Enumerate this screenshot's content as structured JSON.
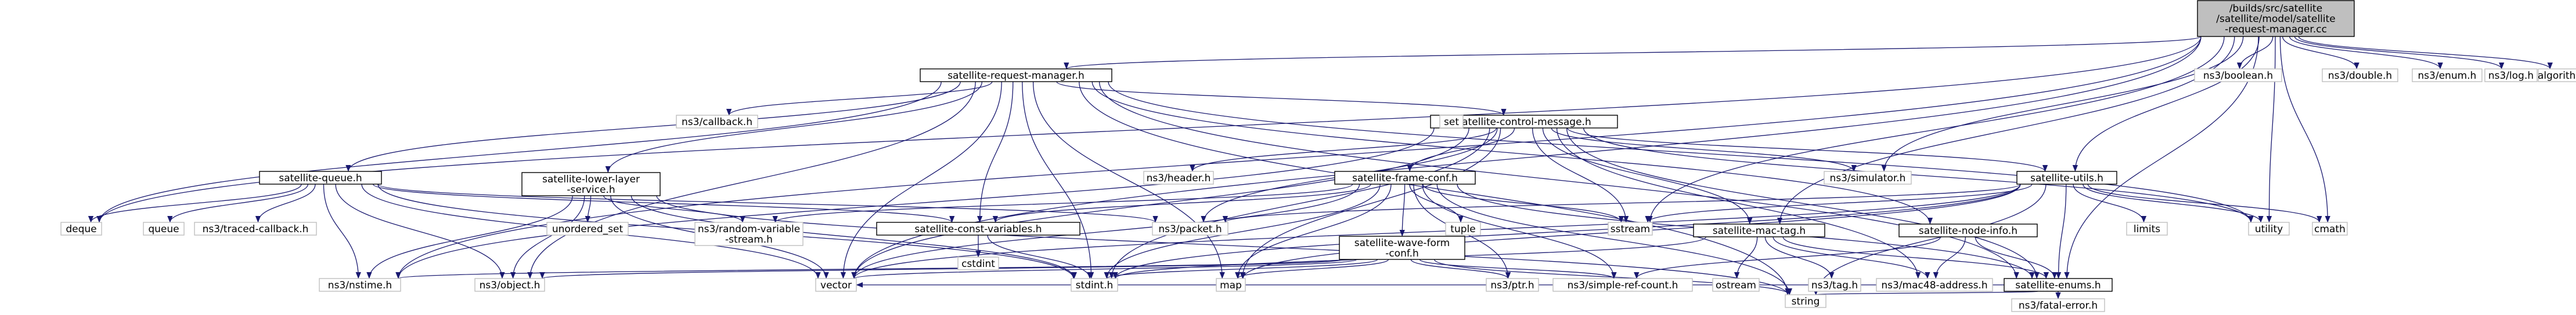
{
  "colors": {
    "edge": "#191970",
    "root_fill": "#bfbfbf",
    "node_fill": "#ffffff",
    "node_border": "#000000"
  },
  "graph": {
    "root_id": "root",
    "nodes": [
      {
        "id": "root",
        "lines": [
          "/builds/src/satellite",
          "/satellite/model/satellite",
          "-request-manager.cc"
        ],
        "boxed": true
      },
      {
        "id": "srm",
        "lines": [
          "satellite-request-manager.h"
        ],
        "boxed": true
      },
      {
        "id": "scm",
        "lines": [
          "satellite-control-message.h"
        ],
        "boxed": true
      },
      {
        "id": "sq",
        "lines": [
          "satellite-queue.h"
        ],
        "boxed": true
      },
      {
        "id": "sll",
        "lines": [
          "satellite-lower-layer",
          "-service.h"
        ],
        "boxed": true
      },
      {
        "id": "sfc",
        "lines": [
          "satellite-frame-conf.h"
        ],
        "boxed": true
      },
      {
        "id": "swf",
        "lines": [
          "satellite-wave-form",
          "-conf.h"
        ],
        "boxed": true
      },
      {
        "id": "scv",
        "lines": [
          "satellite-const-variables.h"
        ],
        "boxed": true
      },
      {
        "id": "smt",
        "lines": [
          "satellite-mac-tag.h"
        ],
        "boxed": true
      },
      {
        "id": "sni",
        "lines": [
          "satellite-node-info.h"
        ],
        "boxed": true
      },
      {
        "id": "su",
        "lines": [
          "satellite-utils.h"
        ],
        "boxed": true
      },
      {
        "id": "se",
        "lines": [
          "satellite-enums.h"
        ],
        "boxed": true
      },
      {
        "id": "ns3bool",
        "lines": [
          "ns3/boolean.h"
        ],
        "boxed": false
      },
      {
        "id": "ns3dbl",
        "lines": [
          "ns3/double.h"
        ],
        "boxed": false
      },
      {
        "id": "ns3enum",
        "lines": [
          "ns3/enum.h"
        ],
        "boxed": false
      },
      {
        "id": "ns3log",
        "lines": [
          "ns3/log.h"
        ],
        "boxed": false
      },
      {
        "id": "algo",
        "lines": [
          "algorithm"
        ],
        "boxed": false
      },
      {
        "id": "cb",
        "lines": [
          "ns3/callback.h"
        ],
        "boxed": false
      },
      {
        "id": "hdr",
        "lines": [
          "ns3/header.h"
        ],
        "boxed": false
      },
      {
        "id": "set",
        "lines": [
          "set"
        ],
        "boxed": false
      },
      {
        "id": "sim",
        "lines": [
          "ns3/simulator.h"
        ],
        "boxed": false
      },
      {
        "id": "deque",
        "lines": [
          "deque"
        ],
        "boxed": false
      },
      {
        "id": "queue",
        "lines": [
          "queue"
        ],
        "boxed": false
      },
      {
        "id": "tcb",
        "lines": [
          "ns3/traced-callback.h"
        ],
        "boxed": false
      },
      {
        "id": "rvs",
        "lines": [
          "ns3/random-variable",
          "-stream.h"
        ],
        "boxed": false
      },
      {
        "id": "uset",
        "lines": [
          "unordered_set"
        ],
        "boxed": false
      },
      {
        "id": "pkt",
        "lines": [
          "ns3/packet.h"
        ],
        "boxed": false
      },
      {
        "id": "tuple",
        "lines": [
          "tuple"
        ],
        "boxed": false
      },
      {
        "id": "sstr",
        "lines": [
          "sstream"
        ],
        "boxed": false
      },
      {
        "id": "limits",
        "lines": [
          "limits"
        ],
        "boxed": false
      },
      {
        "id": "utility",
        "lines": [
          "utility"
        ],
        "boxed": false
      },
      {
        "id": "cmath",
        "lines": [
          "cmath"
        ],
        "boxed": false
      },
      {
        "id": "cstdint",
        "lines": [
          "cstdint"
        ],
        "boxed": false
      },
      {
        "id": "nstime",
        "lines": [
          "ns3/nstime.h"
        ],
        "boxed": false
      },
      {
        "id": "obj",
        "lines": [
          "ns3/object.h"
        ],
        "boxed": false
      },
      {
        "id": "stdint",
        "lines": [
          "stdint.h"
        ],
        "boxed": false
      },
      {
        "id": "map",
        "lines": [
          "map"
        ],
        "boxed": false
      },
      {
        "id": "ptr",
        "lines": [
          "ns3/ptr.h"
        ],
        "boxed": false
      },
      {
        "id": "src",
        "lines": [
          "ns3/simple-ref-count.h"
        ],
        "boxed": false
      },
      {
        "id": "ostream",
        "lines": [
          "ostream"
        ],
        "boxed": false
      },
      {
        "id": "tag",
        "lines": [
          "ns3/tag.h"
        ],
        "boxed": false
      },
      {
        "id": "mac48",
        "lines": [
          "ns3/mac48-address.h"
        ],
        "boxed": false
      },
      {
        "id": "vector",
        "lines": [
          "vector"
        ],
        "boxed": false
      },
      {
        "id": "string",
        "lines": [
          "string"
        ],
        "boxed": false
      },
      {
        "id": "fatal",
        "lines": [
          "ns3/fatal-error.h"
        ],
        "boxed": false
      }
    ],
    "edges": [
      [
        "root",
        "srm"
      ],
      [
        "root",
        "ns3bool"
      ],
      [
        "root",
        "ns3dbl"
      ],
      [
        "root",
        "ns3enum"
      ],
      [
        "root",
        "ns3log"
      ],
      [
        "root",
        "algo"
      ],
      [
        "root",
        "deque"
      ],
      [
        "root",
        "nstime"
      ],
      [
        "root",
        "vector"
      ],
      [
        "root",
        "sim"
      ],
      [
        "root",
        "su"
      ],
      [
        "root",
        "se"
      ],
      [
        "root",
        "utility"
      ],
      [
        "root",
        "cmath"
      ],
      [
        "root",
        "sstr"
      ],
      [
        "root",
        "smt"
      ],
      [
        "srm",
        "cb"
      ],
      [
        "srm",
        "scm"
      ],
      [
        "srm",
        "sq"
      ],
      [
        "srm",
        "sll"
      ],
      [
        "srm",
        "scv"
      ],
      [
        "srm",
        "sni"
      ],
      [
        "srm",
        "deque"
      ],
      [
        "srm",
        "obj"
      ],
      [
        "srm",
        "stdint"
      ],
      [
        "srm",
        "map"
      ],
      [
        "srm",
        "vector"
      ],
      [
        "srm",
        "utility"
      ],
      [
        "srm",
        "se"
      ],
      [
        "srm",
        "string"
      ],
      [
        "scm",
        "hdr"
      ],
      [
        "scm",
        "set"
      ],
      [
        "scm",
        "sim"
      ],
      [
        "scm",
        "sfc"
      ],
      [
        "scm",
        "smt"
      ],
      [
        "scm",
        "su"
      ],
      [
        "scm",
        "se"
      ],
      [
        "scm",
        "nstime"
      ],
      [
        "scm",
        "pkt"
      ],
      [
        "scm",
        "stdint"
      ],
      [
        "scm",
        "map"
      ],
      [
        "scm",
        "vector"
      ],
      [
        "scm",
        "sstr"
      ],
      [
        "scm",
        "mac48"
      ],
      [
        "scm",
        "utility"
      ],
      [
        "sq",
        "deque"
      ],
      [
        "sq",
        "queue"
      ],
      [
        "sq",
        "tcb"
      ],
      [
        "sq",
        "scv"
      ],
      [
        "sq",
        "nstime"
      ],
      [
        "sq",
        "obj"
      ],
      [
        "sq",
        "pkt"
      ],
      [
        "sq",
        "stdint"
      ],
      [
        "sq",
        "vector"
      ],
      [
        "sll",
        "rvs"
      ],
      [
        "sll",
        "uset"
      ],
      [
        "sll",
        "nstime"
      ],
      [
        "sll",
        "obj"
      ],
      [
        "sll",
        "stdint"
      ],
      [
        "sll",
        "vector"
      ],
      [
        "sll",
        "string"
      ],
      [
        "sfc",
        "swf"
      ],
      [
        "sfc",
        "scv"
      ],
      [
        "sfc",
        "tuple"
      ],
      [
        "sfc",
        "sstr"
      ],
      [
        "sfc",
        "stdint"
      ],
      [
        "sfc",
        "map"
      ],
      [
        "sfc",
        "vector"
      ],
      [
        "sfc",
        "src"
      ],
      [
        "sfc",
        "ptr"
      ],
      [
        "sfc",
        "rvs"
      ],
      [
        "sfc",
        "se"
      ],
      [
        "sfc",
        "string"
      ],
      [
        "swf",
        "nstime"
      ],
      [
        "swf",
        "obj"
      ],
      [
        "swf",
        "stdint"
      ],
      [
        "swf",
        "map"
      ],
      [
        "swf",
        "ptr"
      ],
      [
        "swf",
        "src"
      ],
      [
        "swf",
        "vector"
      ],
      [
        "swf",
        "string"
      ],
      [
        "scv",
        "cstdint"
      ],
      [
        "scv",
        "stdint"
      ],
      [
        "smt",
        "ostream"
      ],
      [
        "smt",
        "tag"
      ],
      [
        "smt",
        "mac48"
      ],
      [
        "smt",
        "se"
      ],
      [
        "smt",
        "stdint"
      ],
      [
        "sni",
        "mac48"
      ],
      [
        "sni",
        "se"
      ],
      [
        "sni",
        "src"
      ],
      [
        "su",
        "limits"
      ],
      [
        "su",
        "utility"
      ],
      [
        "su",
        "cmath"
      ],
      [
        "su",
        "sstr"
      ],
      [
        "su",
        "pkt"
      ],
      [
        "su",
        "se"
      ],
      [
        "su",
        "map"
      ],
      [
        "su",
        "stdint"
      ],
      [
        "su",
        "vector"
      ],
      [
        "su",
        "string"
      ],
      [
        "se",
        "fatal"
      ],
      [
        "se",
        "string"
      ],
      [
        "se",
        "vector"
      ]
    ]
  }
}
